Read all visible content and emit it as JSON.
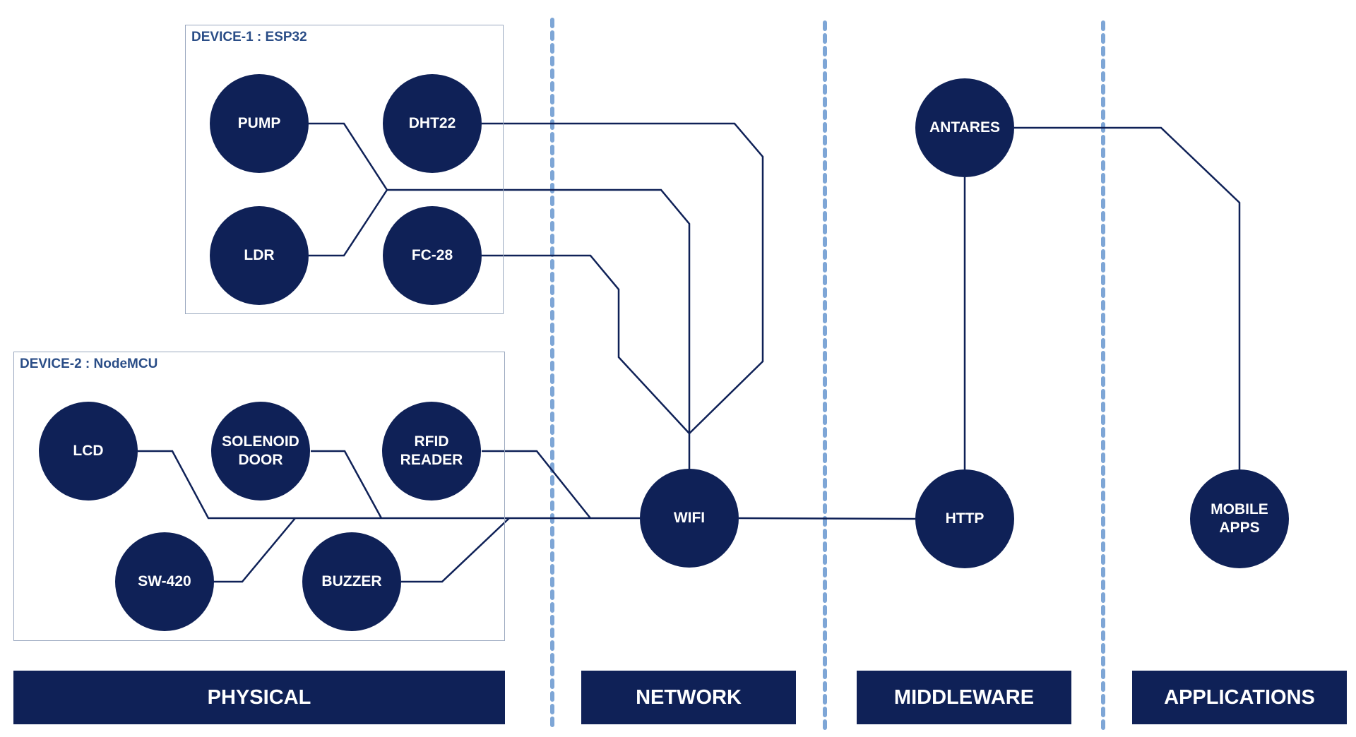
{
  "colors": {
    "node_fill": "#0f2157",
    "node_text": "#ffffff",
    "connector": "#0f2157",
    "divider": "#7ea6d6",
    "device_border": "#9aa8bf",
    "device_title": "#2a4d87"
  },
  "devices": [
    {
      "id": "device-1",
      "title": "DEVICE-1 : ESP32"
    },
    {
      "id": "device-2",
      "title": "DEVICE-2 : NodeMCU"
    }
  ],
  "nodes": {
    "pump": "PUMP",
    "dht22": "DHT22",
    "ldr": "LDR",
    "fc28": "FC-28",
    "lcd": "LCD",
    "solenoid_door": "SOLENOID\nDOOR",
    "rfid_reader": "RFID\nREADER",
    "sw420": "SW-420",
    "buzzer": "BUZZER",
    "wifi": "WIFI",
    "antares": "ANTARES",
    "http": "HTTP",
    "mobile_apps": "MOBILE\nAPPS"
  },
  "layers": [
    {
      "id": "physical",
      "label": "PHYSICAL"
    },
    {
      "id": "network",
      "label": "NETWORK"
    },
    {
      "id": "middleware",
      "label": "MIDDLEWARE"
    },
    {
      "id": "applications",
      "label": "APPLICATIONS"
    }
  ],
  "connections": [
    [
      "pump",
      "wifi"
    ],
    [
      "ldr",
      "wifi"
    ],
    [
      "dht22",
      "wifi"
    ],
    [
      "fc28",
      "wifi"
    ],
    [
      "lcd",
      "wifi"
    ],
    [
      "solenoid_door",
      "wifi"
    ],
    [
      "rfid_reader",
      "wifi"
    ],
    [
      "sw420",
      "wifi"
    ],
    [
      "buzzer",
      "wifi"
    ],
    [
      "wifi",
      "http"
    ],
    [
      "http",
      "antares"
    ],
    [
      "antares",
      "mobile_apps"
    ]
  ]
}
